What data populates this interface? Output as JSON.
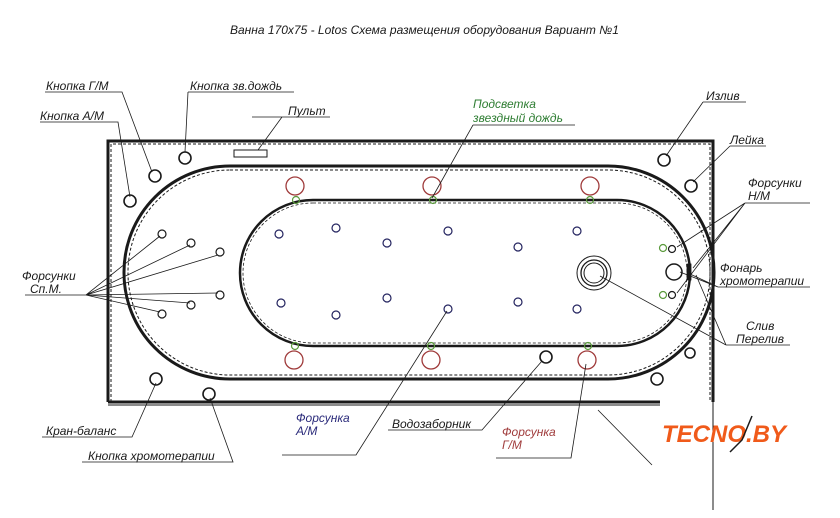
{
  "title": "Ванна 170x75 - Lotos Схема размещения оборудования Вариант №1",
  "labels": {
    "knopka_gm": "Кнопка Г/М",
    "knopka_zv_dozhd": "Кнопка зв.дождь",
    "knopka_am": "Кнопка А/М",
    "pult": "Пульт",
    "podsvetka_1": "Подсветка",
    "podsvetka_2": "звездный дождь",
    "izliv": "Излив",
    "leyka": "Лейка",
    "forsunki_nm_1": "Форсунки",
    "forsunki_nm_2": "Н/М",
    "fonar_1": "Фонарь",
    "fonar_2": "хромотерапии",
    "sliv": "Слив",
    "pereliv": "Перелив",
    "forsunki_spm_1": "Форсунки",
    "forsunki_spm_2": "Сп.М.",
    "kran_balans": "Кран-баланс",
    "knopka_hromo": "Кнопка хромотерапии",
    "forsunka_am_1": "Форсунка",
    "forsunka_am_2": "А/М",
    "vodozabornik": "Водозаборник",
    "forsunka_gm_1": "Форсунка",
    "forsunka_gm_2": "Г/М"
  },
  "logo": "TECNO.BY",
  "colors": {
    "line": "#1a1a1a",
    "hydro_jet": "#a03c3c",
    "air_jet": "#23235f",
    "light": "#5a9a3c",
    "green_label": "#2e7d32",
    "blue_label": "#2a2a7a",
    "red_label": "#a03c3c",
    "logo": "#f05a1a"
  }
}
